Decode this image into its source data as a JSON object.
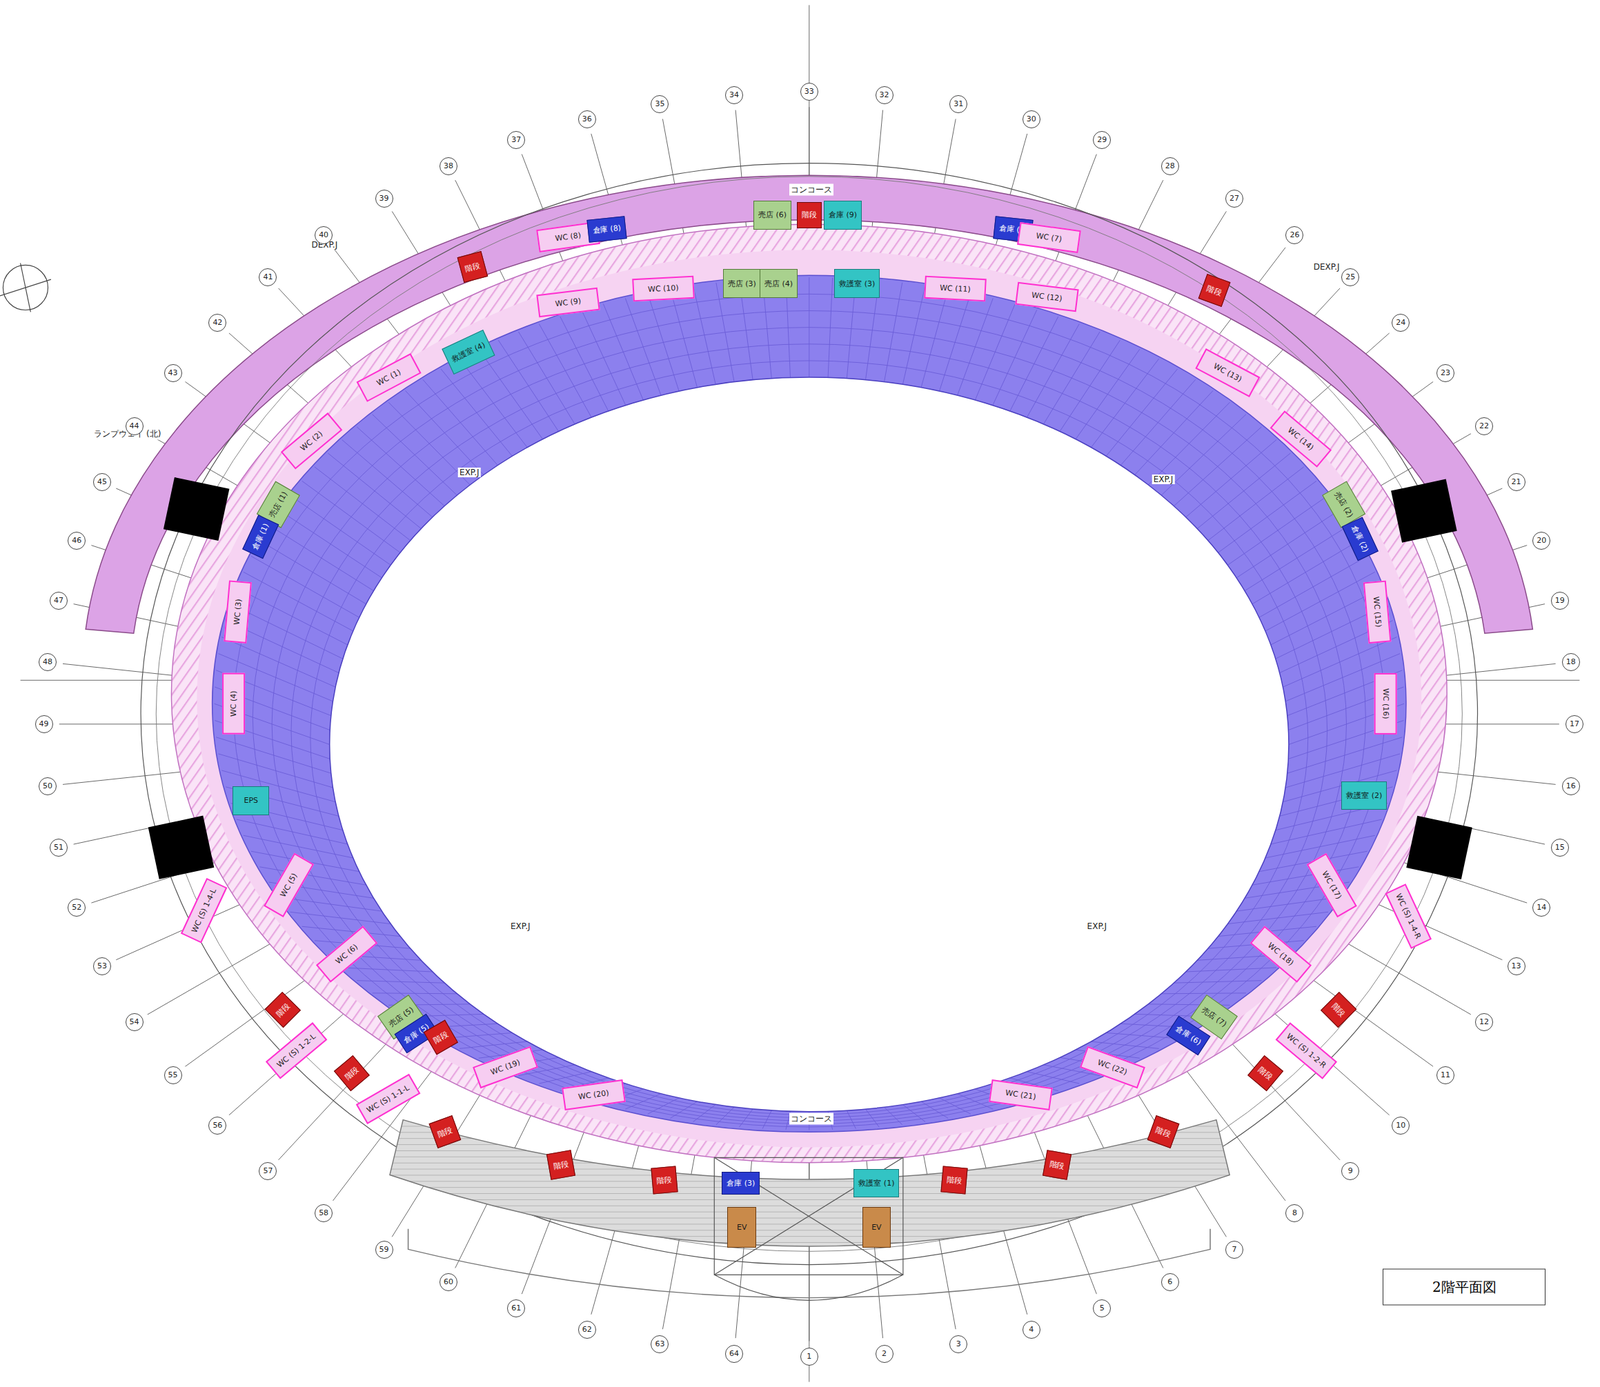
{
  "diagram": {
    "title": "2階平面図",
    "nodes": [
      {
        "text": [
          "WC (8)"
        ]
      },
      {
        "text": [
          "倉庫 (8)"
        ]
      },
      {
        "text": [
          "売店 (6)"
        ]
      },
      {
        "text": [
          "階段"
        ]
      },
      {
        "text": [
          "倉庫 (9)"
        ]
      },
      {
        "text": [
          "倉庫 (7)"
        ]
      },
      {
        "text": [
          "WC (7)"
        ]
      },
      {
        "text": [
          "階段"
        ]
      },
      {
        "text": [
          "階段"
        ]
      },
      {
        "text": [
          "WC (9)"
        ]
      },
      {
        "text": [
          "WC (10)"
        ]
      },
      {
        "text": [
          "売店 (3)"
        ]
      },
      {
        "text": [
          "売店 (4)"
        ]
      },
      {
        "text": [
          "救護室 (3)"
        ]
      },
      {
        "text": [
          "WC (11)"
        ]
      },
      {
        "text": [
          "WC (12)"
        ]
      },
      {
        "text": [
          "救護室 (4)"
        ]
      },
      {
        "text": [
          "WC (1)"
        ]
      },
      {
        "text": [
          "WC (13)"
        ]
      },
      {
        "text": [
          "WC (2)"
        ]
      },
      {
        "text": [
          "WC (14)"
        ]
      },
      {
        "text": [
          "売店 (1)"
        ]
      },
      {
        "text": [
          "倉庫 (1)"
        ]
      },
      {
        "text": [
          "売店 (2)"
        ]
      },
      {
        "text": [
          "倉庫 (2)"
        ]
      },
      {
        "text": [
          "WC (3)"
        ]
      },
      {
        "text": [
          "WC (15)"
        ]
      },
      {
        "text": [
          "WC (4)"
        ]
      },
      {
        "text": [
          "WC (16)"
        ]
      },
      {
        "text": [
          "EPS"
        ]
      },
      {
        "text": [
          "救護室 (2)"
        ]
      },
      {
        "text": [
          "WC (5)"
        ]
      },
      {
        "text": [
          "WC (17)"
        ]
      },
      {
        "text": [
          "WC (6)"
        ]
      },
      {
        "text": [
          "WC (18)"
        ]
      },
      {
        "text": [
          "WC (S) 1-4-L"
        ]
      },
      {
        "text": [
          "WC (S) 1-4-R"
        ]
      },
      {
        "text": [
          "売店 (5)"
        ]
      },
      {
        "text": [
          "倉庫 (5)"
        ]
      },
      {
        "text": [
          "階段"
        ]
      },
      {
        "text": [
          "売店 (7)"
        ]
      },
      {
        "text": [
          "倉庫 (6)"
        ]
      },
      {
        "text": [
          "WC (19)"
        ]
      },
      {
        "text": [
          "WC (20)"
        ]
      },
      {
        "text": [
          "WC (21)"
        ]
      },
      {
        "text": [
          "WC (22)"
        ]
      },
      {
        "text": [
          "階段"
        ]
      },
      {
        "text": [
          "WC (S) 1-2-L"
        ]
      },
      {
        "text": [
          "階段"
        ]
      },
      {
        "text": [
          "WC (S) 1-1-L"
        ]
      },
      {
        "text": [
          "階段"
        ]
      },
      {
        "text": [
          "WC (S) 1-2-R"
        ]
      },
      {
        "text": [
          "階段"
        ]
      },
      {
        "text": [
          "階段"
        ]
      },
      {
        "text": [
          "階段"
        ]
      },
      {
        "text": [
          "階段"
        ]
      },
      {
        "text": [
          "階段"
        ]
      },
      {
        "text": [
          "階段"
        ]
      },
      {
        "text": [
          "階段"
        ]
      },
      {
        "text": [
          "倉庫 (3)"
        ]
      },
      {
        "text": [
          "救護室 (1)"
        ]
      },
      {
        "text": [
          "EV"
        ]
      },
      {
        "text": [
          "EV"
        ]
      }
    ],
    "labels": [
      "ランプウェイ (北)",
      "コンコース",
      "コンコース",
      "DEXP.J",
      "DEXP.J",
      "EXP.J",
      "EXP.J",
      "EXP.J",
      "EXP.J",
      "1",
      "2",
      "3",
      "4",
      "5",
      "6",
      "7",
      "8",
      "9",
      "10",
      "11",
      "12",
      "13",
      "14",
      "15",
      "16",
      "17",
      "18",
      "19",
      "20",
      "21",
      "22",
      "23",
      "24",
      "25",
      "26",
      "27",
      "28",
      "29",
      "30",
      "31",
      "32",
      "33",
      "34",
      "35",
      "36",
      "37",
      "38",
      "39",
      "40",
      "41",
      "42",
      "43",
      "44",
      "45",
      "46",
      "47",
      "48",
      "49",
      "50",
      "51",
      "52",
      "53",
      "54",
      "55",
      "56",
      "57",
      "58",
      "59",
      "60",
      "61",
      "62",
      "63",
      "64"
    ]
  }
}
